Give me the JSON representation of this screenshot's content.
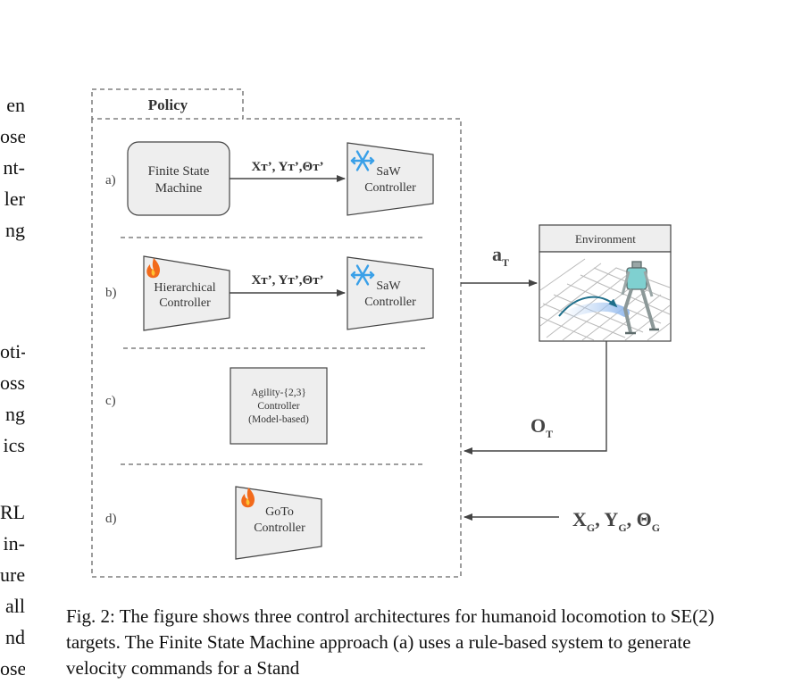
{
  "left_column_fragments": {
    "block1": [
      "en",
      "ose",
      "nt-",
      "ler",
      "ng"
    ],
    "block2": [
      "oti-",
      "oss",
      "ng",
      "ics"
    ],
    "block3": [
      "RL",
      "in-",
      "ure",
      "all",
      "nd",
      "ose"
    ]
  },
  "figure": {
    "policy_tab": "Policy",
    "rows": {
      "a": {
        "marker": "a)",
        "left_box": [
          "Finite State",
          "Machine"
        ],
        "arrow_label": "Xᴛ’, Yᴛ’,Θᴛ’",
        "right_box": [
          "SaW",
          "Controller"
        ],
        "right_icon": "snowflake-icon"
      },
      "b": {
        "marker": "b)",
        "left_box": [
          "Hierarchical",
          "Controller"
        ],
        "left_icon": "flame-icon",
        "arrow_label": "Xᴛ’, Yᴛ’,Θᴛ’",
        "right_box": [
          "SaW",
          "Controller"
        ],
        "right_icon": "snowflake-icon"
      },
      "c": {
        "marker": "c)",
        "box": [
          "Agility-{2,3}",
          "Controller",
          "(Model-based)"
        ]
      },
      "d": {
        "marker": "d)",
        "box": [
          "GoTo",
          "Controller"
        ],
        "icon": "flame-icon"
      }
    },
    "environment_label": "Environment",
    "action_label": "a",
    "action_sub": "T",
    "obs_label": "O",
    "obs_sub": "T",
    "goal_label": {
      "x": "X",
      "x_sub": "G",
      "y": "Y",
      "y_sub": "G",
      "theta": "Θ",
      "theta_sub": "G",
      "sep": ", "
    }
  },
  "caption": {
    "fig_label": "Fig. 2:",
    "text": " The figure shows three control architectures for humanoid locomotion to SE(2) targets. The Finite State Machine approach (a) uses a rule-based system to generate velocity commands for a Stand"
  },
  "colors": {
    "box_fill": "#eeeeee",
    "box_stroke": "#444444",
    "dashed": "#666666",
    "arrow": "#444444",
    "snowflake": "#3aa0e8",
    "flame": "#f26a1b",
    "trajectory": "#1f6f8b"
  }
}
